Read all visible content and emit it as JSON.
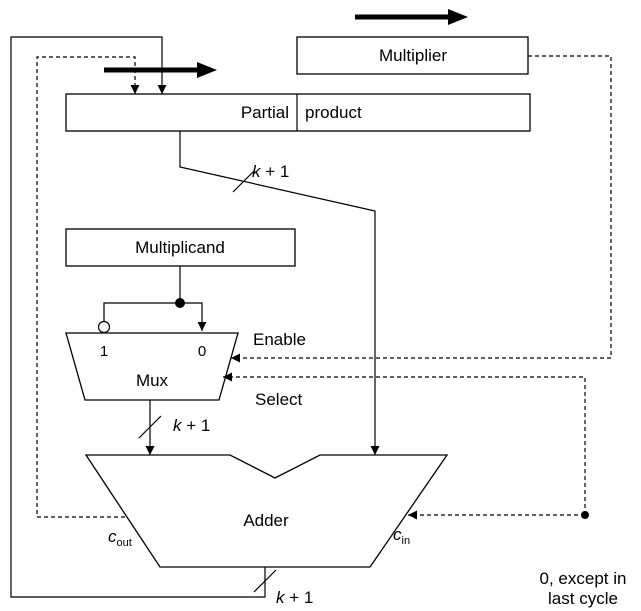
{
  "registers": {
    "multiplier": "Multiplier",
    "partial_product_left": "Partial",
    "partial_product_right": "product",
    "multiplicand": "Multiplicand"
  },
  "blocks": {
    "mux": "Mux",
    "mux_input_left": "1",
    "mux_input_right": "0",
    "adder": "Adder"
  },
  "signals": {
    "enable": "Enable",
    "select": "Select",
    "bus_width_var": "k",
    "bus_width_suffix": " + 1",
    "carry_out_base": "c",
    "carry_out_sub": "out",
    "carry_in_base": "c",
    "carry_in_sub": "in",
    "carry_in_note_line1": "0, except in",
    "carry_in_note_line2": "last cycle"
  }
}
